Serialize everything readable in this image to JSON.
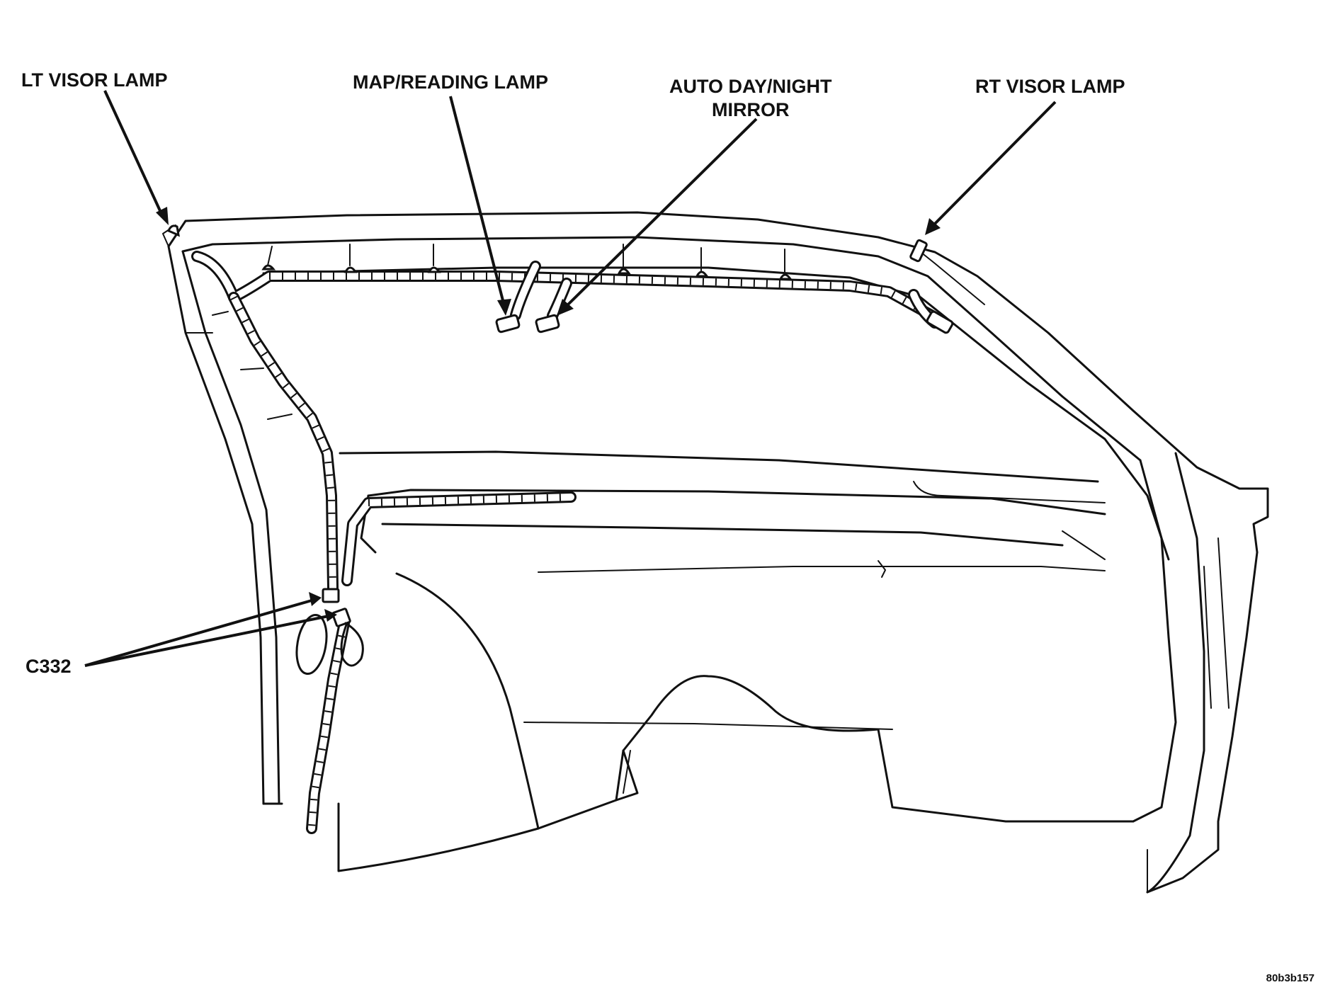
{
  "callouts": {
    "lt_visor_lamp": "LT VISOR LAMP",
    "map_reading_lamp": "MAP/READING LAMP",
    "auto_day_night_mirror_line1": "AUTO DAY/NIGHT",
    "auto_day_night_mirror_line2": "MIRROR",
    "rt_visor_lamp": "RT VISOR LAMP",
    "connector": "C332"
  },
  "figure_id": "80b3b157",
  "colors": {
    "ink": "#111111",
    "paper": "#ffffff"
  }
}
